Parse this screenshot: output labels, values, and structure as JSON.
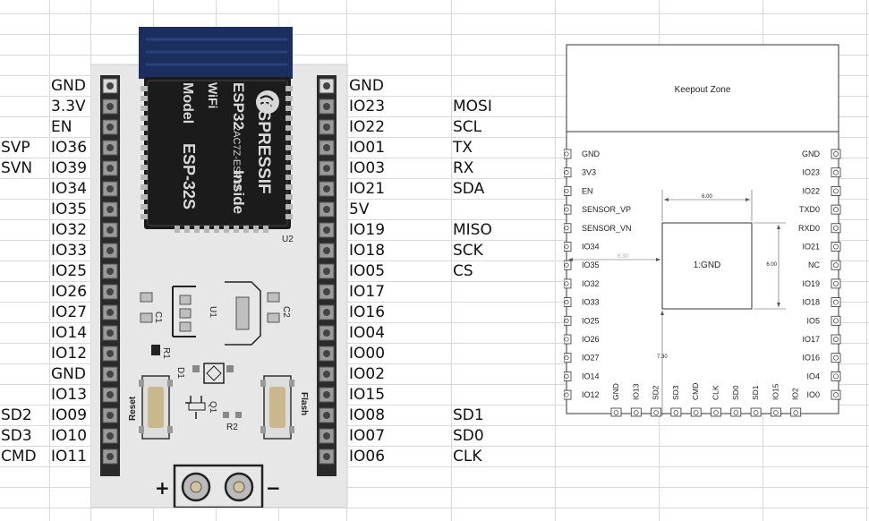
{
  "sheet": {
    "left_col_a": [
      "",
      "",
      "",
      "SVP",
      "SVN",
      "",
      "",
      "",
      "",
      "",
      "",
      "",
      "",
      "",
      "",
      "",
      "SD2",
      "SD3",
      "CMD"
    ],
    "left_col_b": [
      "GND",
      "3.3V",
      "EN",
      "IO36",
      "IO39",
      "IO34",
      "IO35",
      "IO32",
      "IO33",
      "IO25",
      "IO26",
      "IO27",
      "IO14",
      "IO12",
      "GND",
      "IO13",
      "IO09",
      "IO10",
      "IO11"
    ],
    "right_col_a": [
      "GND",
      "IO23",
      "IO22",
      "IO01",
      "IO03",
      "IO21",
      "5V",
      "IO19",
      "IO18",
      "IO05",
      "IO17",
      "IO16",
      "IO04",
      "IO00",
      "IO02",
      "IO15",
      "IO08",
      "IO07",
      "IO06"
    ],
    "right_col_b": [
      "",
      "MOSI",
      "SCL",
      "TX",
      "RX",
      "SDA",
      "",
      "MISO",
      "SCK",
      "CS",
      "",
      "",
      "",
      "",
      "",
      "",
      "SD1",
      "SD0",
      "CLK"
    ]
  },
  "board": {
    "module": {
      "brand": "ESPRESSIF",
      "model_label": "Model",
      "model": "ESP-32S",
      "wifi": "WiFi",
      "chip": "ESP32",
      "inside": "Inside",
      "fcc": "2AC7Z-ESP32",
      "ref": "U2"
    },
    "labels": {
      "c1": "C1",
      "c2": "C2",
      "u1": "U1",
      "r1": "R1",
      "r2": "R2",
      "d1": "D1",
      "q1": "Q1",
      "reset": "Reset",
      "flash": "Flash",
      "plus": "+",
      "minus": "−"
    },
    "colors": {
      "pcb": "#e8e8e8",
      "antenna": "#1b2e5e",
      "module": "#1a1a1a",
      "pad": "#cfcfcf"
    }
  },
  "footprint": {
    "keepout": "Keepout Zone",
    "left_pins": [
      "GND",
      "3V3",
      "EN",
      "SENSOR_VP",
      "SENSOR_VN",
      "IO34",
      "IO35",
      "IO32",
      "IO33",
      "IO25",
      "IO26",
      "IO27",
      "IO14",
      "IO12"
    ],
    "right_pins": [
      "GND",
      "IO23",
      "IO22",
      "TXD0",
      "RXD0",
      "IO21",
      "NC",
      "IO19",
      "IO18",
      "IO5",
      "IO17",
      "IO16",
      "IO4",
      "IO0"
    ],
    "bottom_pins": [
      "GND",
      "IO13",
      "SD2",
      "SD3",
      "CMD",
      "CLK",
      "SD0",
      "SD1",
      "IO15",
      "IO2"
    ],
    "gnd_pad": "1:GND",
    "dims": {
      "top": "6.00",
      "right": "6.00",
      "left": "6.30",
      "bottom": "7.30"
    }
  }
}
